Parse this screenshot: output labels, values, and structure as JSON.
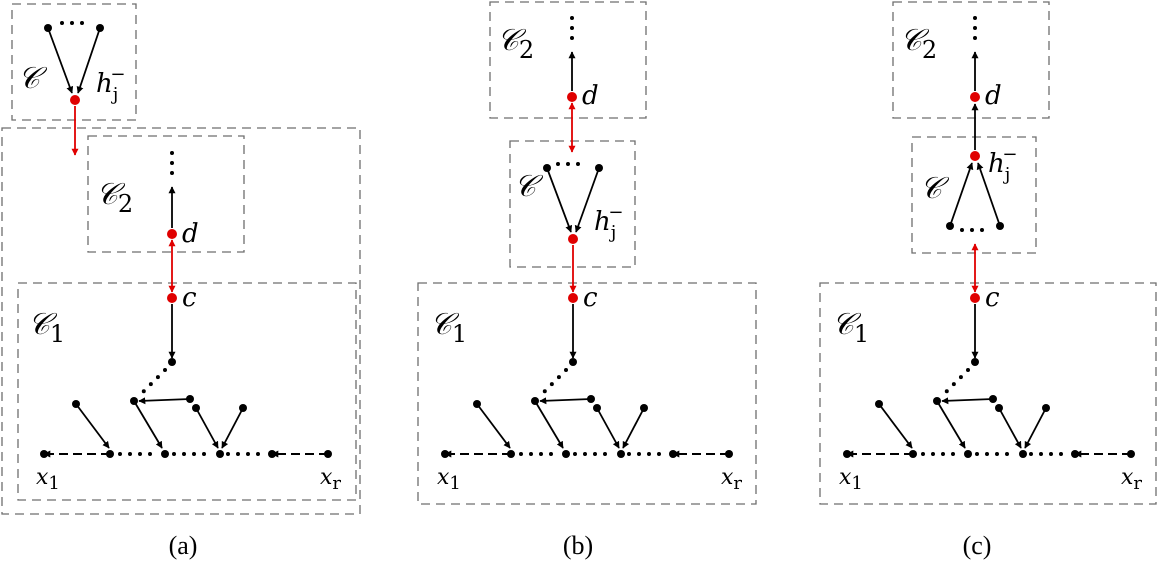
{
  "labels": {
    "cluster": "𝒞",
    "cluster_1": "𝒞",
    "cluster_1_sub": "1",
    "cluster_2": "𝒞",
    "cluster_2_sub": "2",
    "node_c": "c",
    "node_d": "d",
    "node_h": "h",
    "node_h_sub": "j",
    "node_h_sup": "−",
    "x_first": "x",
    "x_first_sub": "1",
    "x_last": "x",
    "x_last_sub": "r"
  },
  "captions": [
    "(a)",
    "(b)",
    "(c)"
  ],
  "colors": {
    "highlight": "#e00000",
    "default": "#000000",
    "box": "#6e6e6e"
  }
}
